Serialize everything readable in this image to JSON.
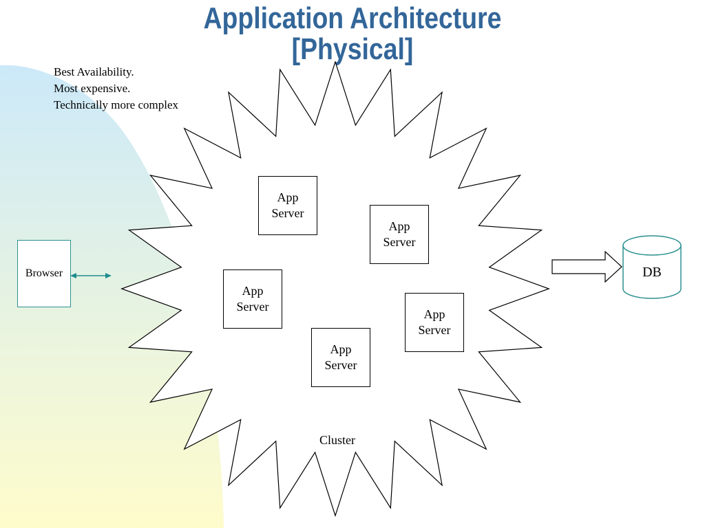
{
  "title": {
    "line1": "Application Architecture",
    "line2": "[Physical]"
  },
  "notes": [
    "Best Availability.",
    "Most expensive.",
    "Technically more complex"
  ],
  "browser": {
    "label": "Browser"
  },
  "app_servers": [
    {
      "line1": "App",
      "line2": "Server"
    },
    {
      "line1": "App",
      "line2": "Server"
    },
    {
      "line1": "App",
      "line2": "Server"
    },
    {
      "line1": "App",
      "line2": "Server"
    },
    {
      "line1": "App",
      "line2": "Server"
    }
  ],
  "cluster": {
    "label": "Cluster"
  },
  "db": {
    "label": "DB"
  },
  "colors": {
    "title": "#336699",
    "browser_border": "#2a8f8f",
    "db_stroke": "#2a8f8f",
    "background_top": "#cce9f9",
    "background_bottom": "#fffccc"
  }
}
